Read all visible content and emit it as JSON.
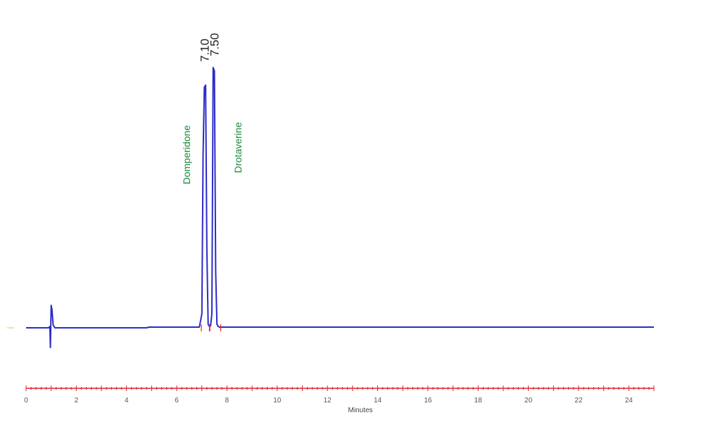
{
  "chart_data": {
    "type": "line",
    "title": "",
    "xlabel": "Minutes",
    "ylabel": "",
    "xlim": [
      0,
      25
    ],
    "ylim": [
      -0.35,
      4.1
    ],
    "x_ticks": [
      "0",
      "2",
      "4",
      "6",
      "8",
      "10",
      "12",
      "14",
      "16",
      "18",
      "20",
      "22",
      "24"
    ],
    "grid": false,
    "colors": {
      "trace": "#2b2bc8",
      "axis": "#e0202a",
      "peak_names": "#1a8a3a",
      "marker": "#e0202a"
    },
    "series": [
      {
        "x": [
          0,
          0.8,
          0.9,
          0.95,
          0.97,
          1.0,
          1.03,
          1.08,
          1.15,
          1.25,
          4.8,
          4.9,
          6.9,
          7.0,
          7.05,
          7.1,
          7.15,
          7.2,
          7.25,
          7.3,
          7.35,
          7.4,
          7.45,
          7.5,
          7.55,
          7.6,
          7.65,
          7.7,
          7.75,
          8.0,
          25
        ],
        "y": [
          0,
          0,
          0,
          0.02,
          -0.28,
          0.32,
          0.26,
          0.04,
          0,
          0,
          0,
          0.01,
          0.01,
          0.2,
          2.45,
          3.42,
          3.45,
          1.1,
          0.05,
          0.02,
          0.03,
          0.2,
          3.7,
          3.65,
          0.8,
          0.05,
          0.02,
          0.01,
          0.01,
          0.01,
          0.01
        ]
      }
    ],
    "peaks": [
      {
        "rt": "7.10",
        "name": "Domperidone"
      },
      {
        "rt": "7.50",
        "name": "Drotaverine"
      }
    ]
  }
}
